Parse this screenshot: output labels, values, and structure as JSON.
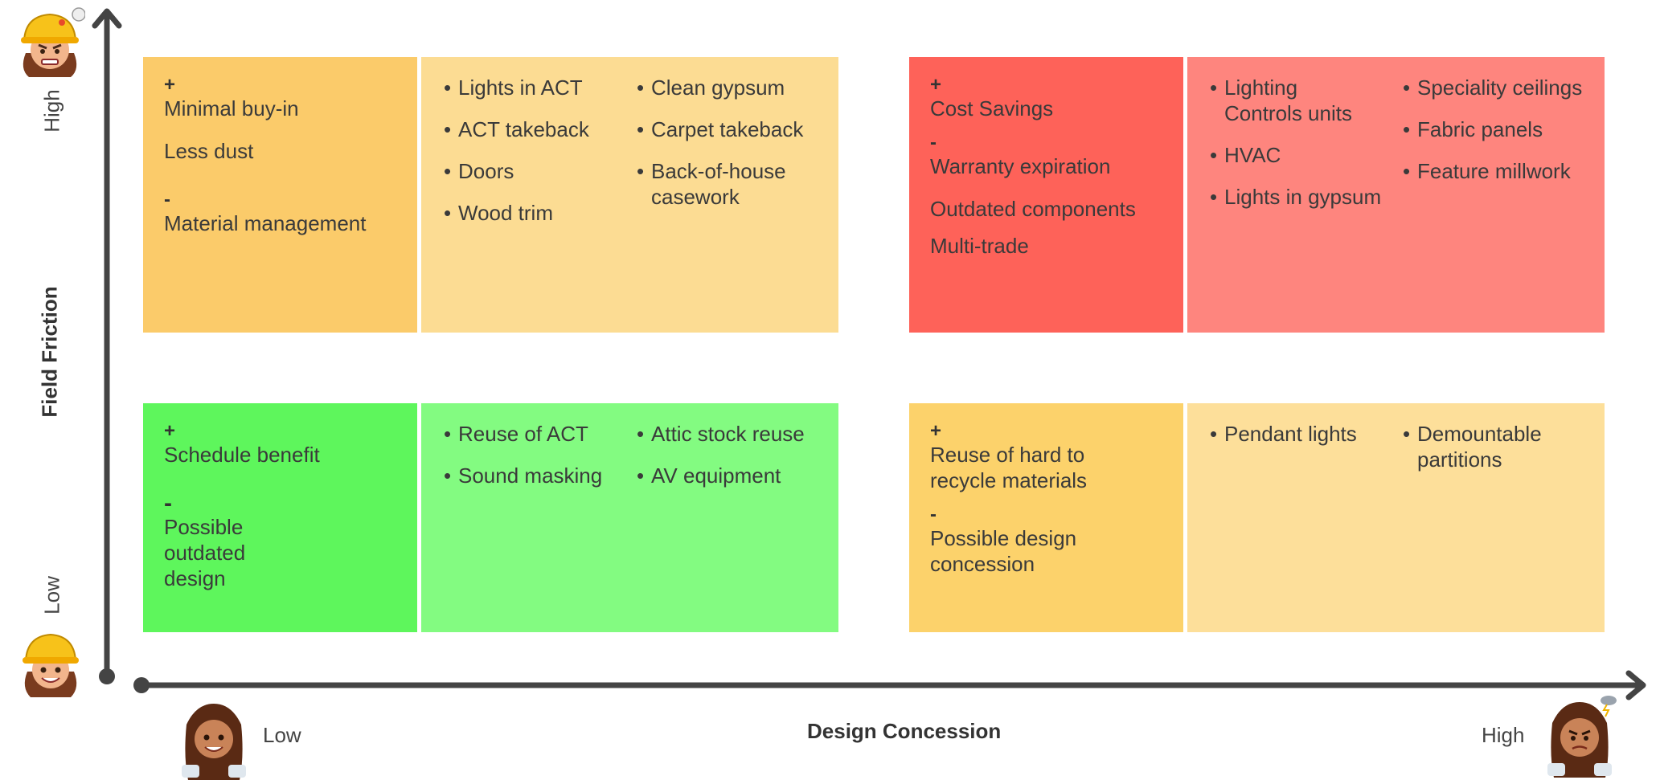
{
  "axes": {
    "y_title": "Field Friction",
    "y_high": "High",
    "y_low": "Low",
    "x_title": "Design Concession",
    "x_low": "Low",
    "x_high": "High"
  },
  "colors": {
    "top_left_summary": "#fbcb6a",
    "top_left_items": "#fcdc93",
    "top_right_summary": "#fe6259",
    "top_right_items": "#fe857e",
    "bottom_left_summary": "#5ef65c",
    "bottom_left_items": "#83fb81",
    "bottom_right_summary": "#fcd26b",
    "bottom_right_items": "#fddf9a",
    "axis": "#444444"
  },
  "quadrants": {
    "top_left": {
      "plus": "+",
      "pros": [
        "Minimal buy-in",
        "Less dust"
      ],
      "minus": "-",
      "cons": [
        "Material management"
      ],
      "items_col1": [
        "Lights in ACT",
        "ACT takeback",
        "Doors",
        "Wood trim"
      ],
      "items_col2": [
        "Clean gypsum",
        "Carpet takeback",
        "Back-of-house casework"
      ]
    },
    "top_right": {
      "plus": "+",
      "pros": [
        "Cost Savings"
      ],
      "minus": "-",
      "cons": [
        "Warranty expiration",
        "Outdated components",
        "Multi-trade"
      ],
      "items_col1": [
        "Lighting Controls units",
        "HVAC",
        "Lights in gypsum"
      ],
      "items_col2": [
        "Speciality ceilings",
        "Fabric panels",
        "Feature millwork"
      ]
    },
    "bottom_left": {
      "plus": "+",
      "pros": [
        "Schedule benefit"
      ],
      "minus": "-",
      "cons": [
        "Possible outdated design"
      ],
      "items_col1": [
        "Reuse of ACT",
        "Sound masking"
      ],
      "items_col2": [
        "Attic stock reuse",
        "AV equipment"
      ]
    },
    "bottom_right": {
      "plus": "+",
      "pros": [
        "Reuse of hard to recycle materials"
      ],
      "minus": "-",
      "cons": [
        "Possible design concession"
      ],
      "items_col1": [
        "Pendant lights"
      ],
      "items_col2": [
        "Demountable partitions"
      ]
    }
  },
  "avatars": [
    "stressed-worker-avatar",
    "happy-worker-avatar",
    "happy-designer-avatar",
    "angry-designer-avatar"
  ]
}
